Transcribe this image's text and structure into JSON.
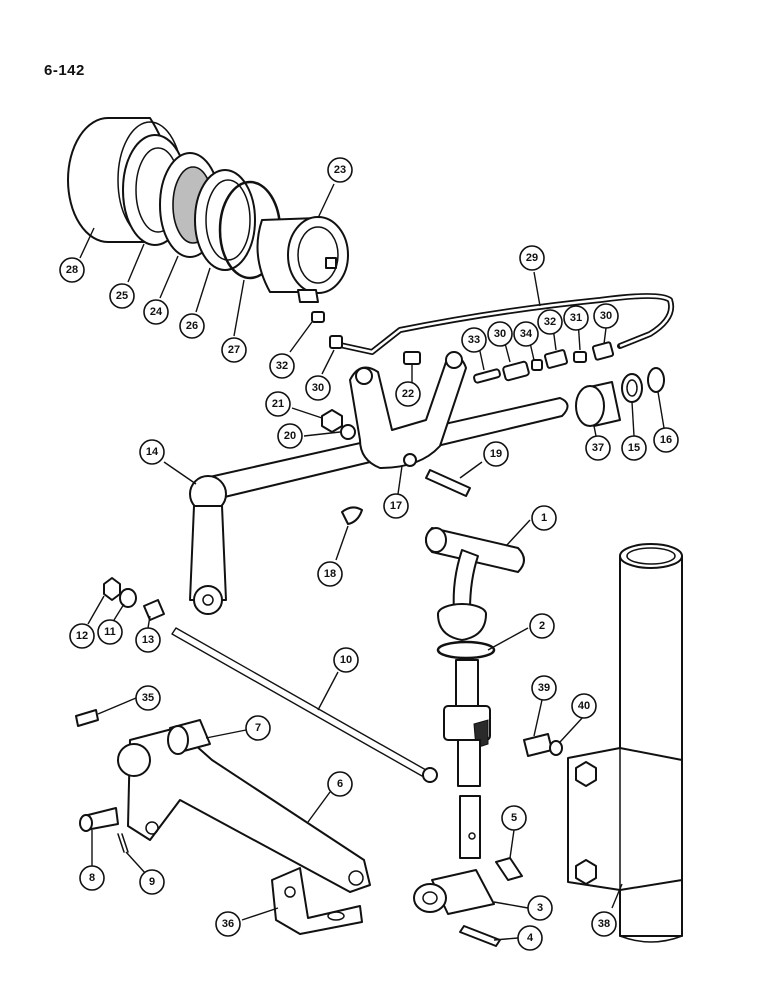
{
  "page_number": "6-142",
  "callouts": [
    "1",
    "2",
    "3",
    "4",
    "5",
    "6",
    "7",
    "8",
    "9",
    "10",
    "11",
    "12",
    "13",
    "14",
    "15",
    "16",
    "17",
    "18",
    "19",
    "20",
    "21",
    "22",
    "23",
    "24",
    "25",
    "26",
    "27",
    "28",
    "29",
    "30",
    "31",
    "32",
    "33",
    "34",
    "35",
    "36",
    "37",
    "38",
    "39",
    "40"
  ]
}
